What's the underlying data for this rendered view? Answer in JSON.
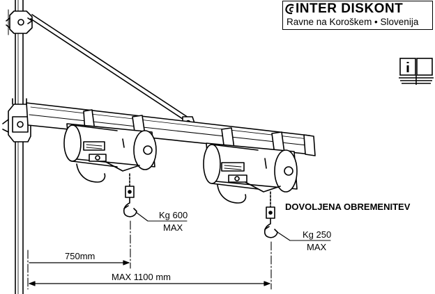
{
  "brand": {
    "company": "INTER DISKONT",
    "location": "Ravne na Koroškem • Slovenija"
  },
  "icons": {
    "info": "info-manual-icon",
    "logo": "brand-logo-icon"
  },
  "labels": {
    "permitted_load": "DOVOLJENA OBREMENITEV",
    "load_near": "Kg 600",
    "load_near_max": "MAX",
    "load_far": "Kg 250",
    "load_far_max": "MAX",
    "dist_near": "750mm",
    "dist_far": "MAX  1100 mm"
  },
  "colors": {
    "ink": "#000000",
    "paper": "#ffffff"
  }
}
